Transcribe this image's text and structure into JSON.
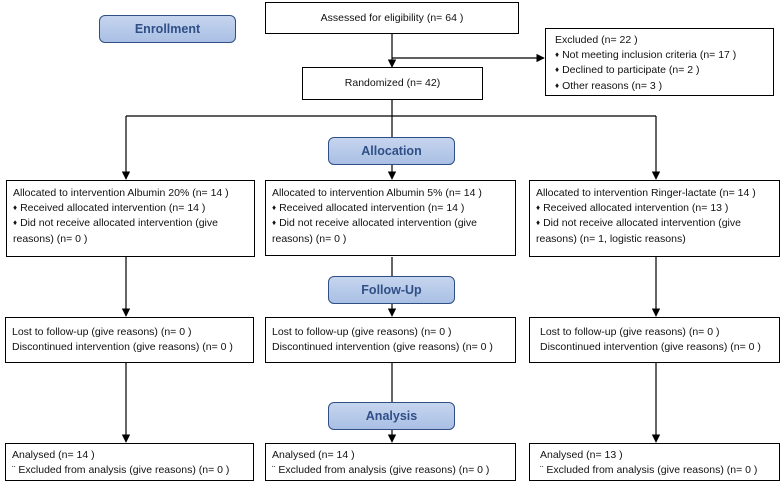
{
  "stages": {
    "enrollment": "Enrollment",
    "allocation": "Allocation",
    "follow_up": "Follow-Up",
    "analysis": "Analysis"
  },
  "assessed": "Assessed for eligibility (n= 64 )",
  "excluded": {
    "title": "Excluded  (n= 22 )",
    "items": [
      "Not meeting inclusion criteria (n= 17 )",
      "Declined to participate (n= 2 )",
      "Other reasons (n= 3 )"
    ]
  },
  "randomized": "Randomized (n= 42)",
  "bullet": "♦",
  "excl_marker": "¨",
  "arms": [
    {
      "allocated": "Allocated to intervention Albumin 20% (n= 14 )",
      "received": "Received allocated intervention (n= 14 )",
      "not_received": "Did not receive allocated intervention (give reasons) (n= 0 )",
      "lost": "Lost to follow-up (give reasons) (n= 0 )",
      "discontinued": "Discontinued intervention (give reasons) (n= 0 )",
      "analysed": "Analysed  (n= 14 )",
      "excluded_analysis": " Excluded from analysis (give reasons) (n= 0 )"
    },
    {
      "allocated": "Allocated to intervention Albumin 5% (n= 14 )",
      "received": "Received allocated intervention (n= 14 )",
      "not_received": "Did not receive allocated intervention (give reasons) (n= 0 )",
      "lost": "Lost to follow-up (give reasons) (n= 0 )",
      "discontinued": "Discontinued intervention (give reasons) (n= 0 )",
      "analysed": "Analysed  (n= 14 )",
      "excluded_analysis": " Excluded from analysis (give reasons) (n= 0 )"
    },
    {
      "allocated": "Allocated to intervention Ringer-lactate (n= 14 )",
      "received": "Received allocated intervention (n= 13 )",
      "not_received": "Did not receive allocated intervention (give reasons) (n= 1, logistic reasons)",
      "lost": "Lost to follow-up (give reasons) (n= 0 )",
      "discontinued": "Discontinued intervention (give reasons) (n= 0 )",
      "analysed": "Analysed  (n= 13 )",
      "excluded_analysis": " Excluded from analysis (give reasons) (n= 0 )"
    }
  ]
}
